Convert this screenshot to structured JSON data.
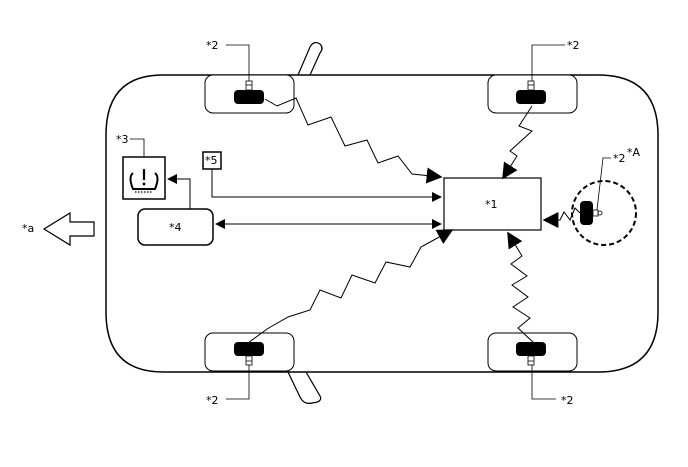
{
  "labels": {
    "ecu": "*1",
    "sensor": "*2",
    "spare_sensor": "*2",
    "spare_marker": "*A",
    "warning_light": "*3",
    "meter_unit": "*4",
    "switch": "*5",
    "front_arrow": "*a"
  },
  "icons": {
    "tpms_warning": "tire-pressure-warning-icon",
    "front_direction": "arrow-left-icon"
  },
  "colors": {
    "line": "#000000",
    "fill": "#ffffff",
    "sensor_fill": "#000000"
  }
}
